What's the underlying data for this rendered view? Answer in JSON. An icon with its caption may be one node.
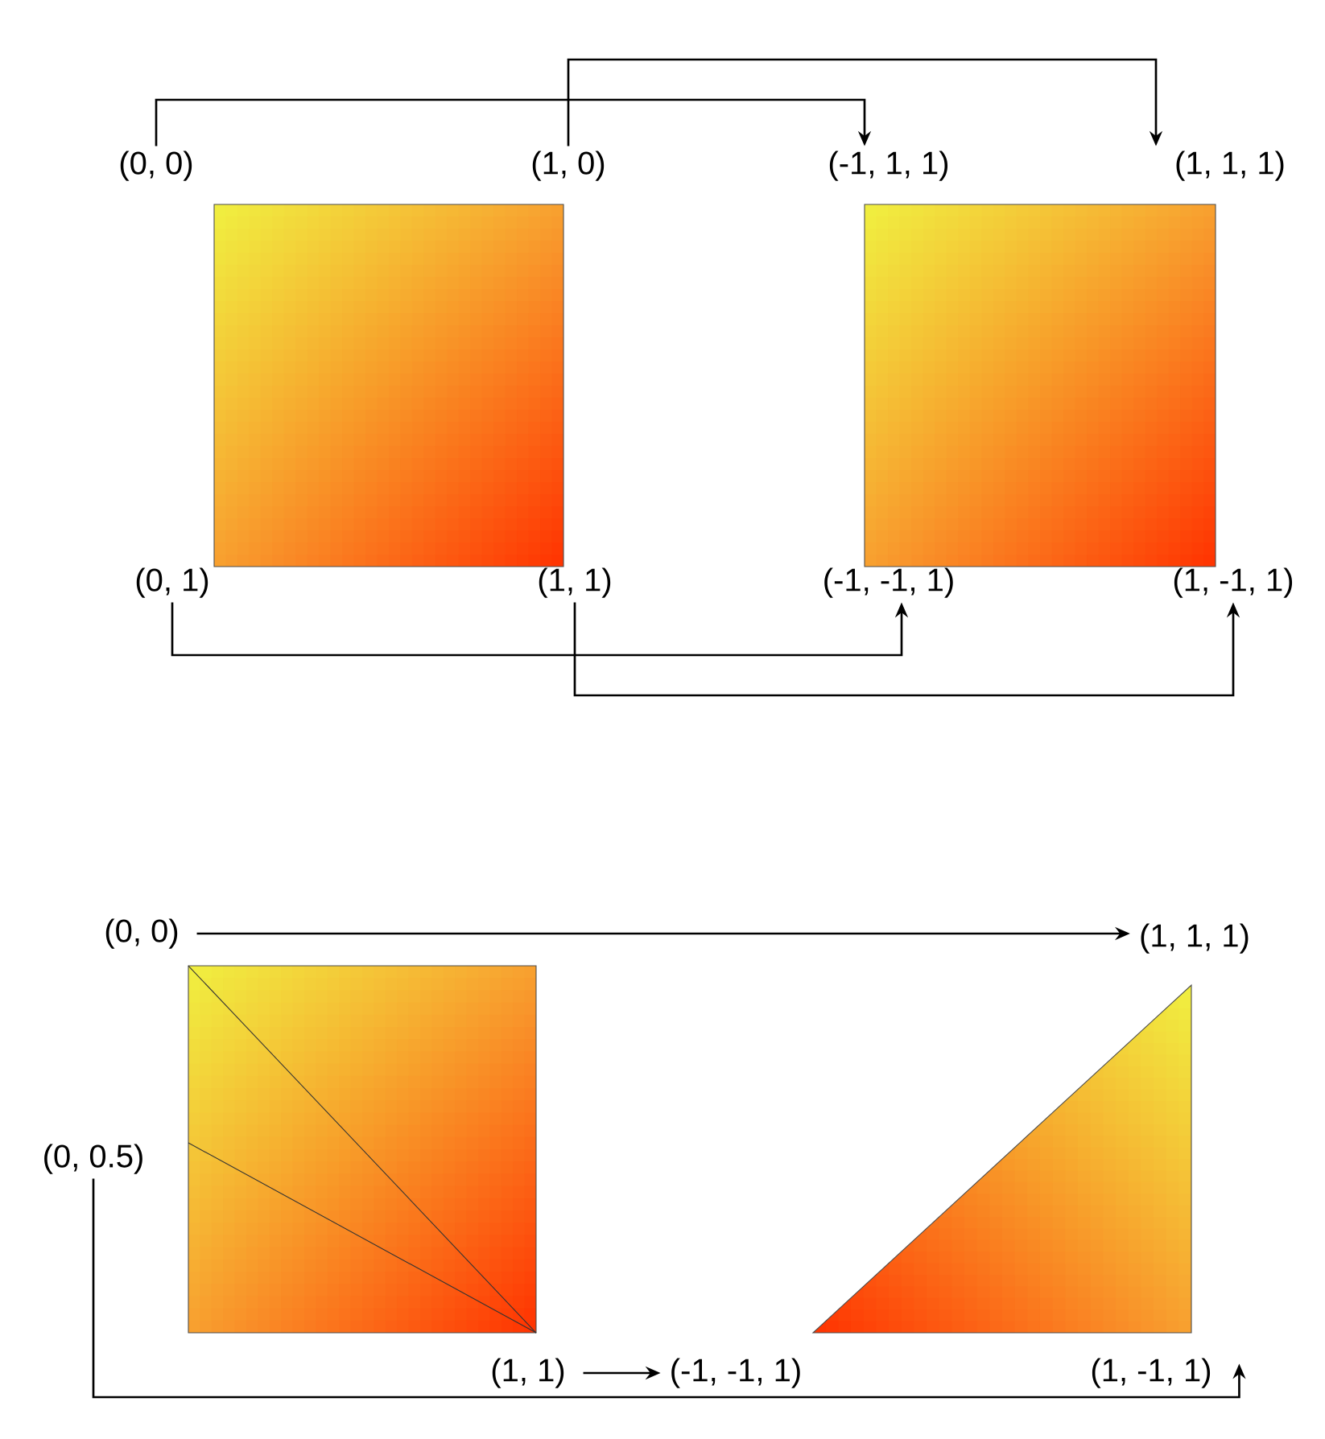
{
  "diagram": {
    "nodes": [
      {
        "text": [
          "(0, 0)"
        ]
      },
      {
        "text": [
          "(1, 0)"
        ]
      },
      {
        "text": [
          "(-1, 1, 1)"
        ]
      },
      {
        "text": [
          "(1, 1, 1)"
        ]
      },
      {
        "text": [
          "(0, 1)"
        ]
      },
      {
        "text": [
          "(1, 1)"
        ]
      },
      {
        "text": [
          "(-1, -1, 1)"
        ]
      },
      {
        "text": [
          "(1, -1, 1)"
        ]
      },
      {
        "text": [
          "(0, 0)"
        ]
      },
      {
        "text": [
          "(1, 1, 1)"
        ]
      },
      {
        "text": [
          "(0, 0.5)"
        ]
      },
      {
        "text": [
          "(1, 1)"
        ]
      },
      {
        "text": [
          "(-1, -1, 1)"
        ]
      },
      {
        "text": [
          "(1, -1, 1)"
        ]
      }
    ],
    "edges": [
      {
        "from": 0,
        "to": 2,
        "arrow": "to"
      },
      {
        "from": 1,
        "to": 3,
        "arrow": "to"
      },
      {
        "from": 4,
        "to": 6,
        "arrow": "to"
      },
      {
        "from": 5,
        "to": 7,
        "arrow": "to"
      },
      {
        "from": 8,
        "to": 9,
        "arrow": "to"
      },
      {
        "from": 11,
        "to": 12,
        "arrow": "to"
      },
      {
        "from": 10,
        "to": 13,
        "arrow": "to"
      }
    ]
  }
}
